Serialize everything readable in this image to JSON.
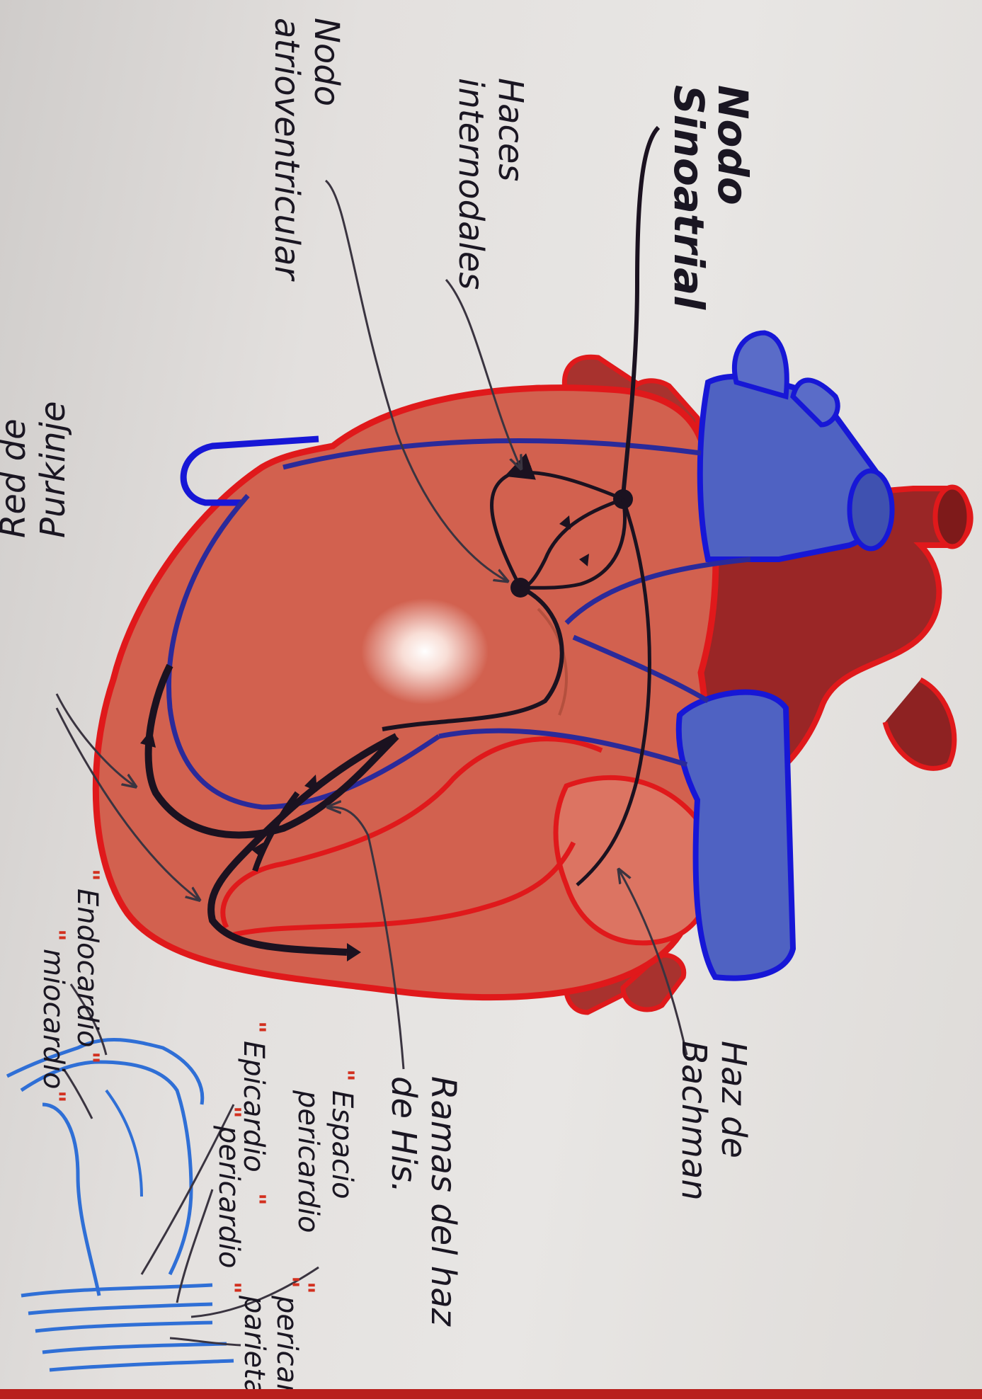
{
  "labels": {
    "sinoatrial": [
      "Nodo",
      "Sinoatrial"
    ],
    "internodal": [
      "Haces",
      "internodales"
    ],
    "atrioventricular": [
      "Nodo",
      "atrioventricular"
    ],
    "purkinje": [
      "Red de",
      "Purkinje"
    ],
    "bachman": [
      "Haz de",
      "Bachman"
    ],
    "his": [
      "Ramas del haz",
      "de His."
    ],
    "endocardio": "Endocardio",
    "miocardio": "miocardio",
    "epicardio": "Epicardio",
    "espacio_pericardico": [
      "Espacio",
      "pericardio"
    ],
    "pericardio": "pericardio",
    "pericardio_parietal": [
      "pericardio",
      "parietal"
    ]
  },
  "marks": {
    "quote": "\"",
    "quote_close": "\""
  },
  "colors": {
    "heart_fill": "#d2614f",
    "heart_outline": "#e0191b",
    "artery_dark": "#9a2626",
    "vein_fill": "#4f62c2",
    "vein_outline": "#1717d6",
    "conduction": "#1b1220",
    "leader": "#3a3440",
    "layers": "#2f6fd6",
    "accent_quote": "#d2301f"
  }
}
